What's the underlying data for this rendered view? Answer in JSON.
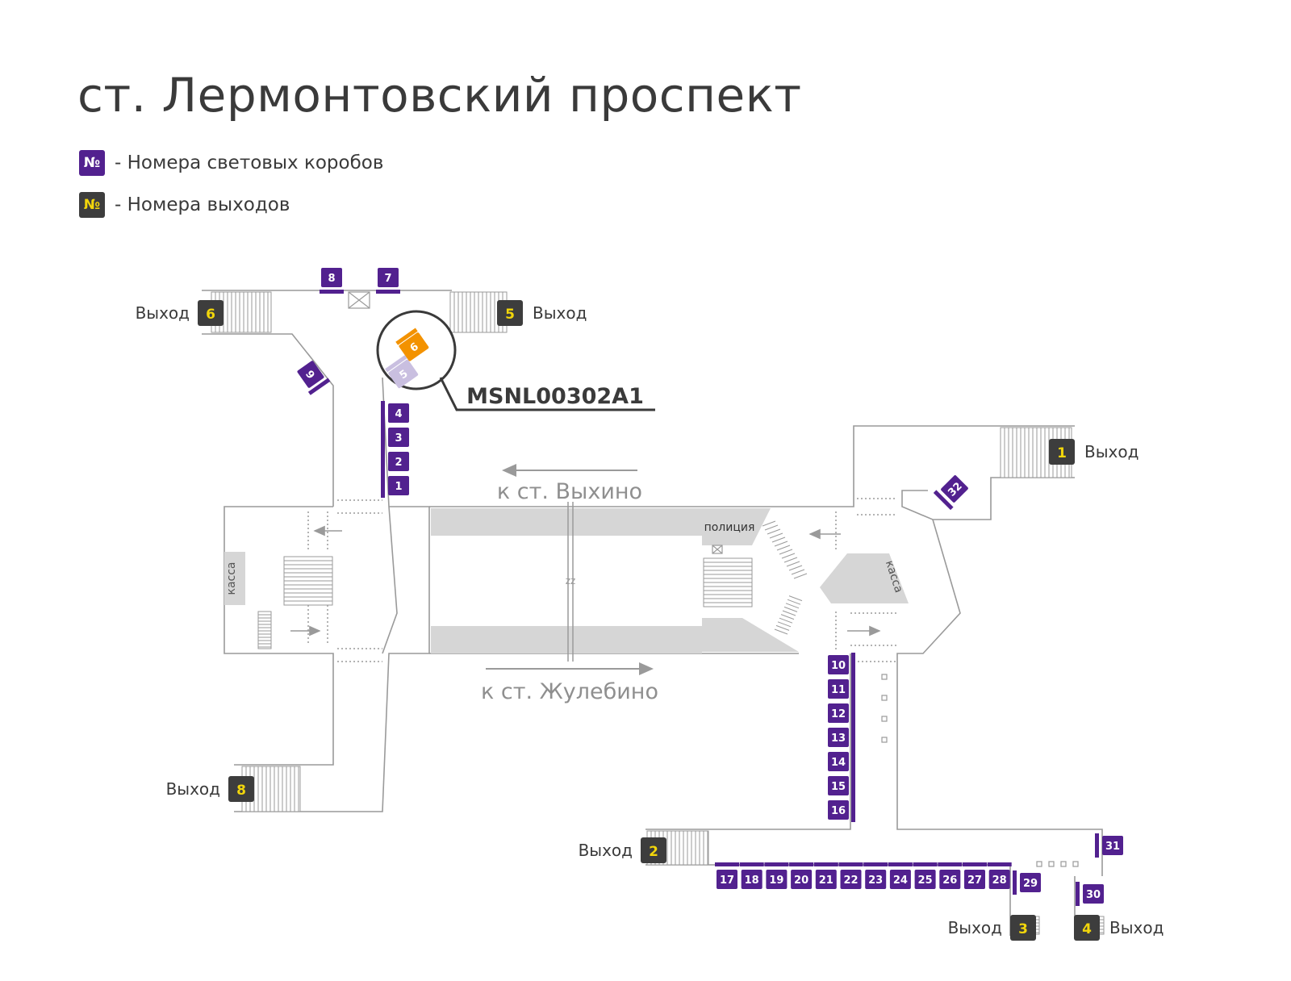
{
  "title": "ст. Лермонтовский проспект",
  "legend": [
    {
      "symbol": "№",
      "kind": "box",
      "text": "- Номера световых коробов"
    },
    {
      "symbol": "№",
      "kind": "exit",
      "text": "- Номера выходов"
    }
  ],
  "exit_label": "Выход",
  "exits": [
    "1",
    "2",
    "3",
    "4",
    "5",
    "6",
    "8"
  ],
  "boxes": [
    "1",
    "2",
    "3",
    "4",
    "7",
    "8",
    "9",
    "10",
    "11",
    "12",
    "13",
    "14",
    "15",
    "16",
    "17",
    "18",
    "19",
    "20",
    "21",
    "22",
    "23",
    "24",
    "25",
    "26",
    "27",
    "28",
    "29",
    "30",
    "31",
    "32"
  ],
  "highlight": {
    "code": "MSNL00302A1",
    "box_active": "6",
    "box_inactive": "5"
  },
  "directions": {
    "west": "к ст. Выхино",
    "east": "к ст. Жулебино"
  },
  "rooms": {
    "kassa": "касса",
    "police": "полиция"
  },
  "track_mark": "zz",
  "colors": {
    "box": "#52218f",
    "exit_bg": "#3d3d3d",
    "exit_fg": "#f2d60b",
    "highlight": "#f39200",
    "highlight_inactive": "#c9bfe0",
    "wall": "#9a9a9a",
    "platform": "#d6d6d6"
  }
}
